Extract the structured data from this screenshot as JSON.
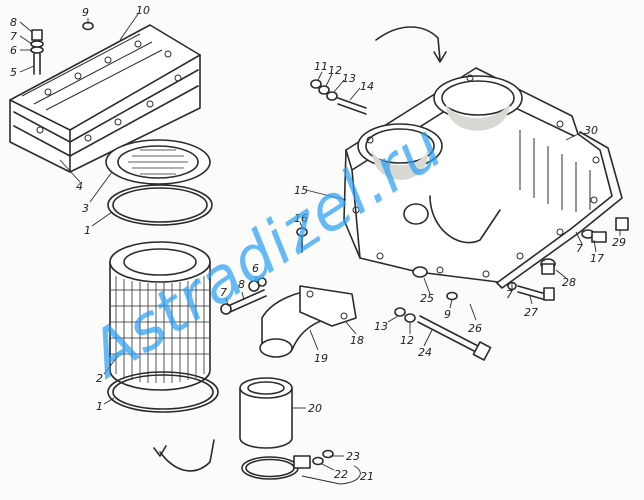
{
  "watermark": {
    "text": "Astradizel.ru",
    "color": "#2aa0f4"
  },
  "callouts": {
    "n1a": "1",
    "n1b": "1",
    "n2": "2",
    "n3": "3",
    "n4": "4",
    "n5": "5",
    "n6": "6",
    "n7a": "7",
    "n7b": "7",
    "n7c": "7",
    "n7d": "7",
    "n8": "8",
    "n9a": "9",
    "n9b": "9",
    "n10": "10",
    "n11": "11",
    "n12a": "12",
    "n12b": "12",
    "n13a": "13",
    "n13b": "13",
    "n14": "14",
    "n15": "15",
    "n16": "16",
    "n17": "17",
    "n18": "18",
    "n19": "19",
    "n20": "20",
    "n21": "21",
    "n22": "22",
    "n23": "23",
    "n24": "24",
    "n25": "25",
    "n26": "26",
    "n27": "27",
    "n28": "28",
    "n29": "29",
    "n30": "30"
  },
  "flow_arrows": [
    "arrow-top-right",
    "arrow-bottom-left"
  ]
}
